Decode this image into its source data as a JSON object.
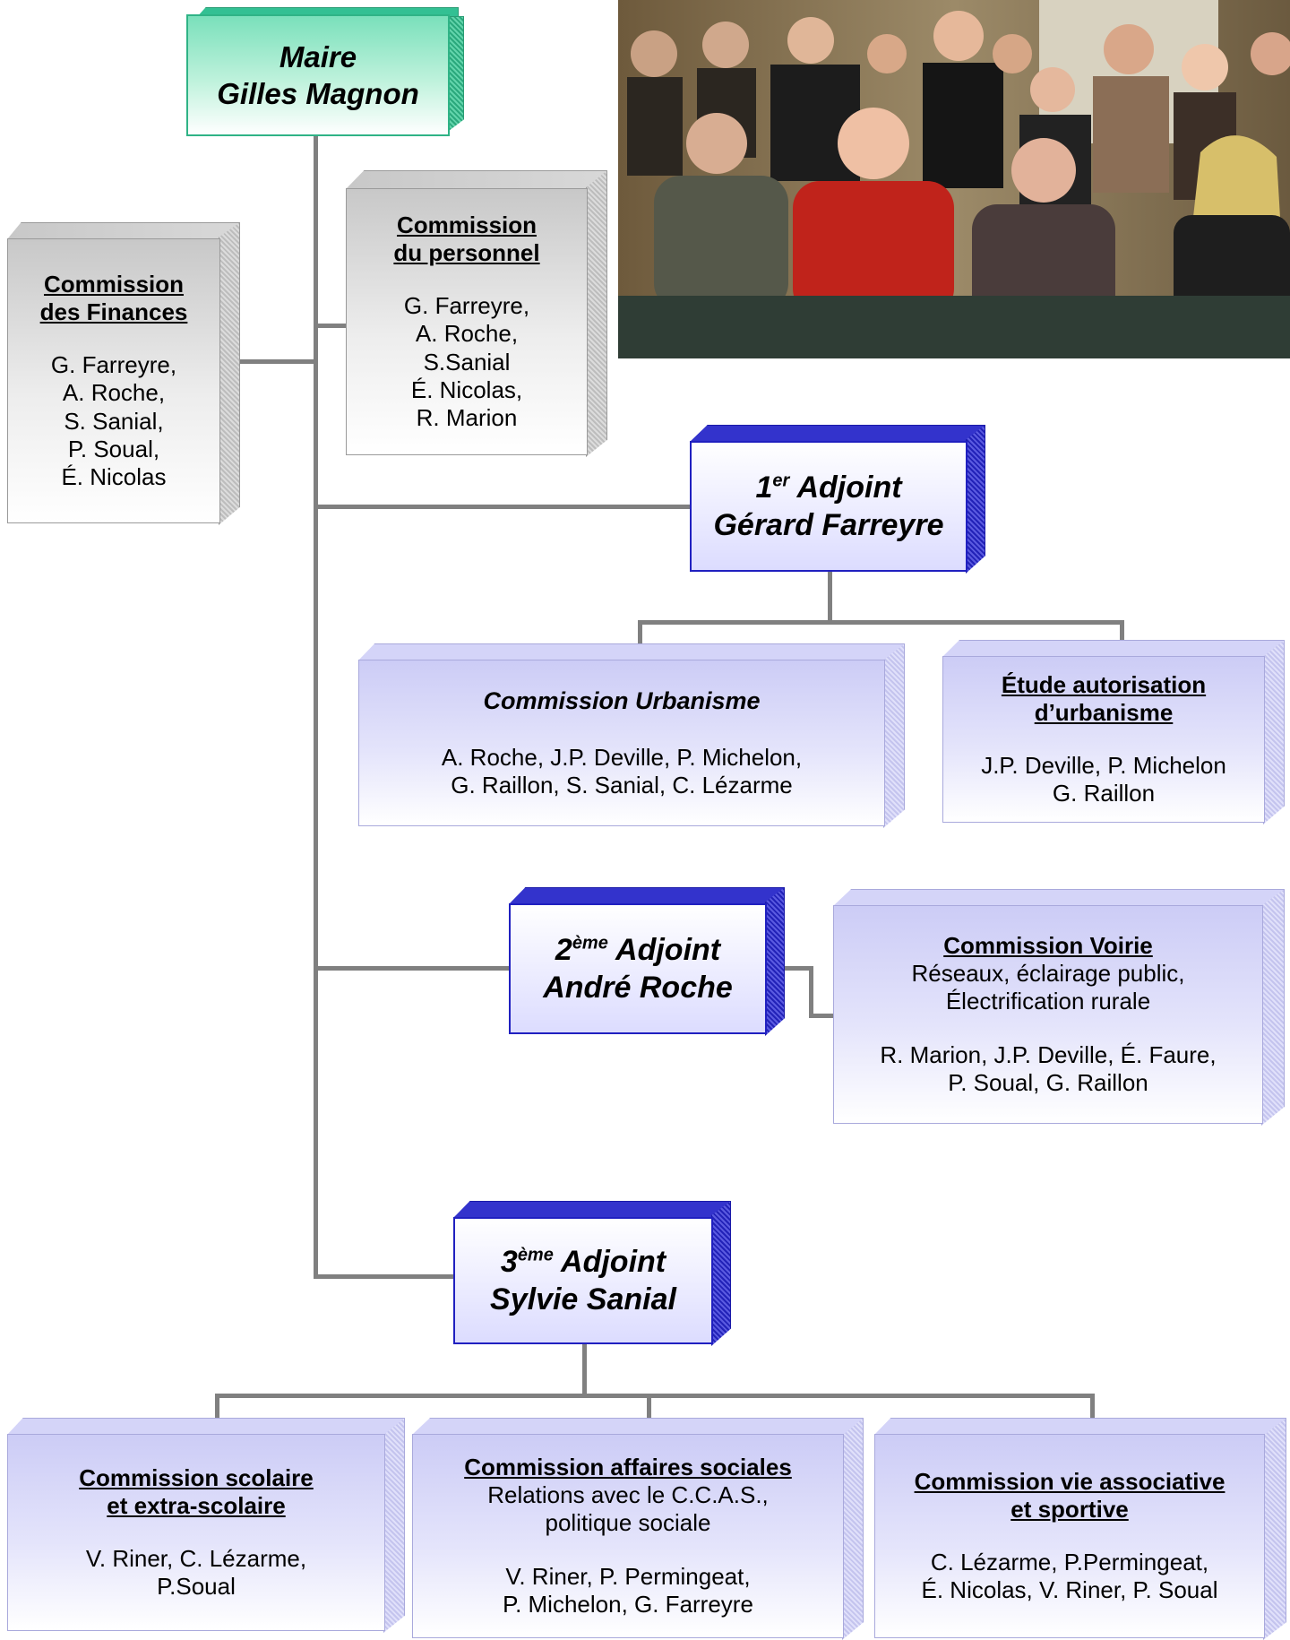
{
  "maire": {
    "role": "Maire",
    "name": "Gilles Magnon"
  },
  "photo": {
    "icon": "group-photo-icon"
  },
  "commission_finances": {
    "title_lines": [
      "Commission",
      "des Finances"
    ],
    "members": [
      "G. Farreyre,",
      "A. Roche,",
      "S. Sanial,",
      "P. Soual,",
      "É. Nicolas"
    ]
  },
  "commission_personnel": {
    "title_lines": [
      "Commission",
      "du personnel"
    ],
    "members": [
      "G. Farreyre,",
      "A. Roche,",
      "S.Sanial",
      "É. Nicolas,",
      "R. Marion"
    ]
  },
  "adjoint1": {
    "num": "1",
    "sup": "er",
    "word": "Adjoint",
    "name": "Gérard Farreyre"
  },
  "commission_urbanisme": {
    "title": "Commission Urbanisme",
    "members": [
      "A. Roche, J.P. Deville, P. Michelon,",
      "G. Raillon, S. Sanial, C. Lézarme"
    ]
  },
  "etude_autorisation": {
    "title_lines": [
      "Étude autorisation",
      "d’urbanisme"
    ],
    "members": [
      "J.P. Deville, P. Michelon",
      "G. Raillon"
    ]
  },
  "adjoint2": {
    "num": "2",
    "sup": "ème",
    "word": "Adjoint",
    "name": "André Roche"
  },
  "commission_voirie": {
    "title": "Commission Voirie",
    "subtitle": [
      "Réseaux, éclairage public,",
      "Électrification rurale"
    ],
    "members": [
      "R. Marion, J.P. Deville, É. Faure,",
      "P. Soual, G. Raillon"
    ]
  },
  "adjoint3": {
    "num": "3",
    "sup": "ème",
    "word": "Adjoint",
    "name": "Sylvie Sanial"
  },
  "commission_scolaire": {
    "title_lines": [
      "Commission scolaire",
      "et extra-scolaire"
    ],
    "members": [
      "V. Riner, C. Lézarme,",
      "P.Soual"
    ]
  },
  "commission_sociales": {
    "title": "Commission affaires sociales",
    "subtitle": [
      "Relations avec le C.C.A.S.,",
      "politique sociale"
    ],
    "members": [
      "V. Riner, P. Permingeat,",
      "P. Michelon, G. Farreyre"
    ]
  },
  "commission_associative": {
    "title_lines": [
      "Commission vie associative",
      "et sportive"
    ],
    "members": [
      "C. Lézarme, P.Permingeat,",
      "É. Nicolas, V. Riner, P. Soual"
    ]
  }
}
